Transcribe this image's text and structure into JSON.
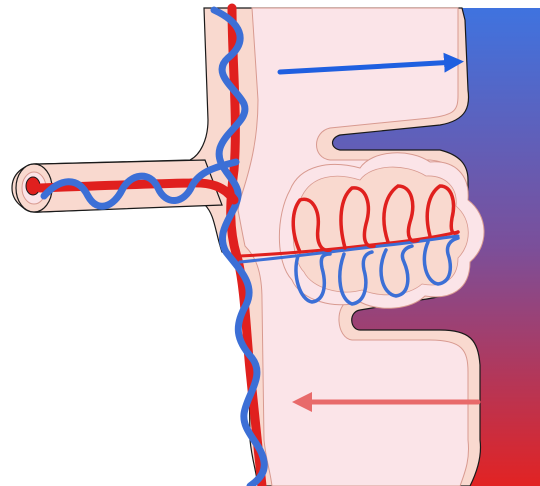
{
  "diagram": {
    "subject": "villus-capillary-network",
    "labels": [],
    "colors": {
      "background": "#ffffff",
      "tissue_outer": "#f9d9cf",
      "tissue_inner": "#fbe4e8",
      "outline": "#1a1a1a",
      "artery_red": "#e0201e",
      "vein_blue": "#3c6fd6",
      "gradient_top": "#3f73df",
      "gradient_mid": "#7b4f9a",
      "gradient_bottom": "#e22323",
      "flow_arrow_top": "#1f5fe0",
      "flow_arrow_bottom": "#e86a6a"
    },
    "flow_arrows": [
      {
        "name": "upper-flow-arrow",
        "direction": "right"
      },
      {
        "name": "lower-flow-arrow",
        "direction": "left"
      }
    ]
  }
}
